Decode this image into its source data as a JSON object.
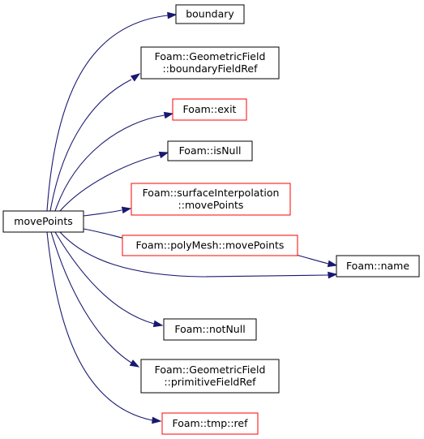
{
  "colors": {
    "edge": "#191970",
    "root_fill": "#bfbfbf",
    "border_black": "#000000",
    "border_red": "#ff0000"
  },
  "nodes": [
    {
      "id": "movePoints",
      "lines": [
        "movePoints"
      ],
      "root": true,
      "border": "black"
    },
    {
      "id": "boundary",
      "lines": [
        "boundary"
      ],
      "border": "black"
    },
    {
      "id": "boundaryFieldRef",
      "lines": [
        "Foam::GeometricField",
        "::boundaryFieldRef"
      ],
      "border": "black"
    },
    {
      "id": "exit",
      "lines": [
        "Foam::exit"
      ],
      "border": "red"
    },
    {
      "id": "isNull",
      "lines": [
        "Foam::isNull"
      ],
      "border": "black"
    },
    {
      "id": "surfaceInterpolation",
      "lines": [
        "Foam::surfaceInterpolation",
        "::movePoints"
      ],
      "border": "red"
    },
    {
      "id": "polyMesh",
      "lines": [
        "Foam::polyMesh::movePoints"
      ],
      "border": "red"
    },
    {
      "id": "name",
      "lines": [
        "Foam::name"
      ],
      "border": "black"
    },
    {
      "id": "notNull",
      "lines": [
        "Foam::notNull"
      ],
      "border": "black"
    },
    {
      "id": "primitiveFieldRef",
      "lines": [
        "Foam::GeometricField",
        "::primitiveFieldRef"
      ],
      "border": "black"
    },
    {
      "id": "tmpRef",
      "lines": [
        "Foam::tmp::ref"
      ],
      "border": "red"
    }
  ],
  "edges": [
    {
      "from": "movePoints",
      "to": "boundary"
    },
    {
      "from": "movePoints",
      "to": "boundaryFieldRef"
    },
    {
      "from": "movePoints",
      "to": "exit"
    },
    {
      "from": "movePoints",
      "to": "isNull"
    },
    {
      "from": "movePoints",
      "to": "surfaceInterpolation"
    },
    {
      "from": "movePoints",
      "to": "polyMesh"
    },
    {
      "from": "movePoints",
      "to": "name"
    },
    {
      "from": "polyMesh",
      "to": "name"
    },
    {
      "from": "movePoints",
      "to": "notNull"
    },
    {
      "from": "movePoints",
      "to": "primitiveFieldRef"
    },
    {
      "from": "movePoints",
      "to": "tmpRef"
    }
  ]
}
